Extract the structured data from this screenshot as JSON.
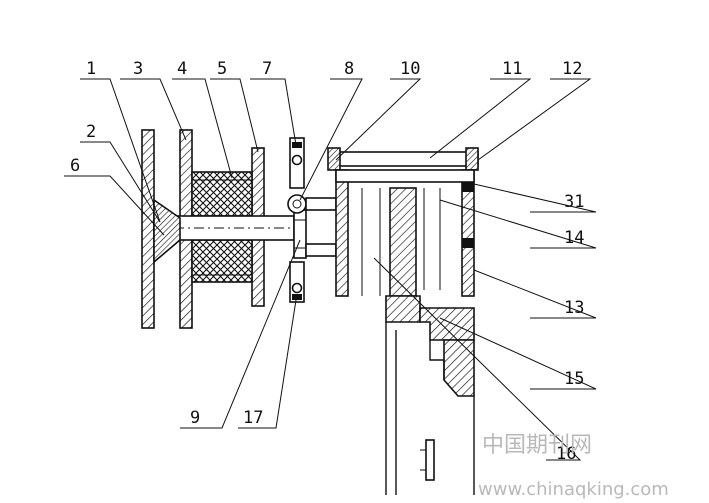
{
  "labels": {
    "l1": "1",
    "l2": "2",
    "l3": "3",
    "l4": "4",
    "l5": "5",
    "l6": "6",
    "l7": "7",
    "l8": "8",
    "l9": "9",
    "l10": "10",
    "l11": "11",
    "l12": "12",
    "l13": "13",
    "l14": "14",
    "l15": "15",
    "l16": "16",
    "l17": "17",
    "l31": "31"
  },
  "watermark": {
    "cn": "中国期刊网",
    "url": "www.chinaqking.com"
  },
  "colors": {
    "ink": "#111111",
    "watermark": "#b9b9b9"
  }
}
